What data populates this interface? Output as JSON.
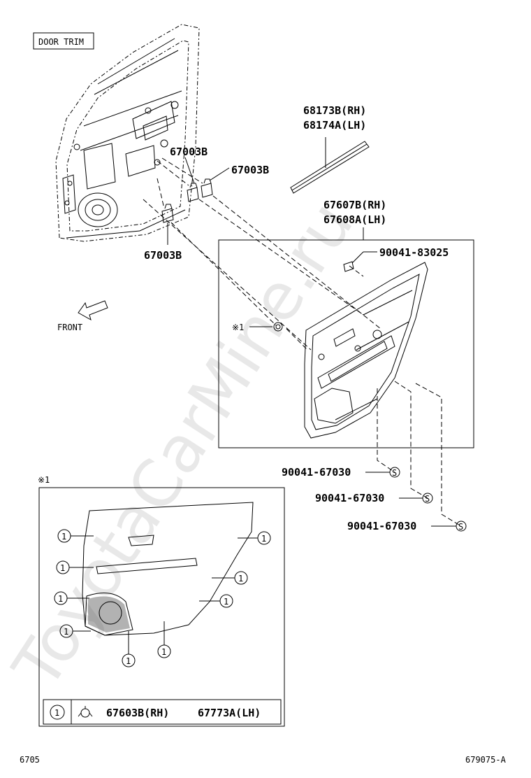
{
  "section_label": "DOOR TRIM",
  "front_label": "FRONT",
  "watermark": "ToyotaCarMine.ru",
  "callout_parts": {
    "clip_upper_a": "67003B",
    "clip_upper_b": "67003B",
    "clip_lower": "67003B",
    "weatherstrip_rh": "68173B(RH)",
    "weatherstrip_lh": "68174A(LH)",
    "panel_rh": "67607B(RH)",
    "panel_lh": "67608A(LH)",
    "retainer": "90041-83025",
    "screw_1": "90041-67030",
    "screw_2": "90041-67030",
    "screw_3": "90041-67030"
  },
  "note_mark": "※1",
  "detail": {
    "title": "※1",
    "callout_symbol": "1",
    "legend_symbol": "1",
    "legend_rh": "67603B(RH)",
    "legend_lh": "67773A(LH)"
  },
  "footer": {
    "left": "6705",
    "right": "679075-A"
  }
}
